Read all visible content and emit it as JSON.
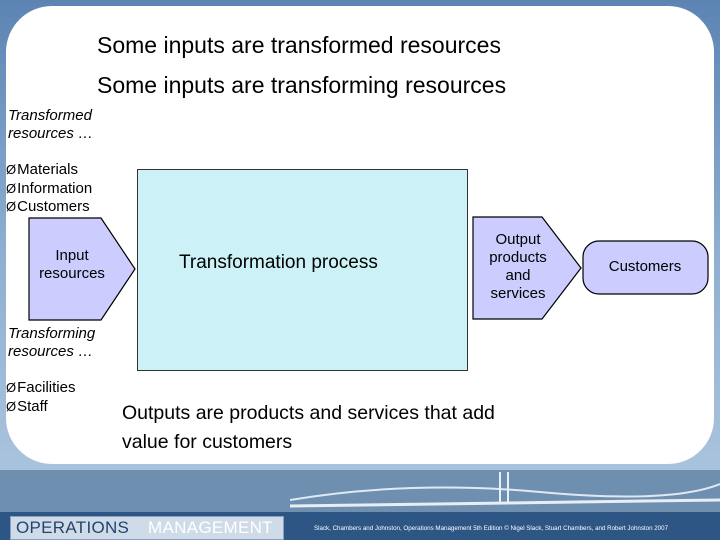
{
  "title": {
    "line1": "Some inputs are transformed resources",
    "line2": "Some inputs are transforming resources"
  },
  "transformed": {
    "heading_line1": "Transformed",
    "heading_line2": "resources …",
    "items": [
      "Materials",
      "Information",
      "Customers"
    ]
  },
  "transforming": {
    "heading_line1": "Transforming",
    "heading_line2": "resources …",
    "items": [
      "Facilities",
      "Staff"
    ]
  },
  "bullet_glyph": "Ø",
  "diagram": {
    "input_line1": "Input",
    "input_line2": "resources",
    "process": "Transformation process",
    "output_line1": "Output",
    "output_line2": "products",
    "output_line3": "and",
    "output_line4": "services",
    "customers": "Customers"
  },
  "note": {
    "line1": "Outputs are products and services that add",
    "line2": "value for customers"
  },
  "footer": {
    "brand_part1": "OPERATIONS",
    "brand_part2": "MANAGEMENT",
    "credit": "Slack, Chambers and Johnston, Operations Management 5th Edition © Nigel Slack, Stuart Chambers, and Robert Johnston 2007"
  },
  "colors": {
    "process_fill": "#ccf2f7",
    "arrow_fill": "#ccccff",
    "panel": "#ffffff",
    "footer": "#2d5684"
  }
}
